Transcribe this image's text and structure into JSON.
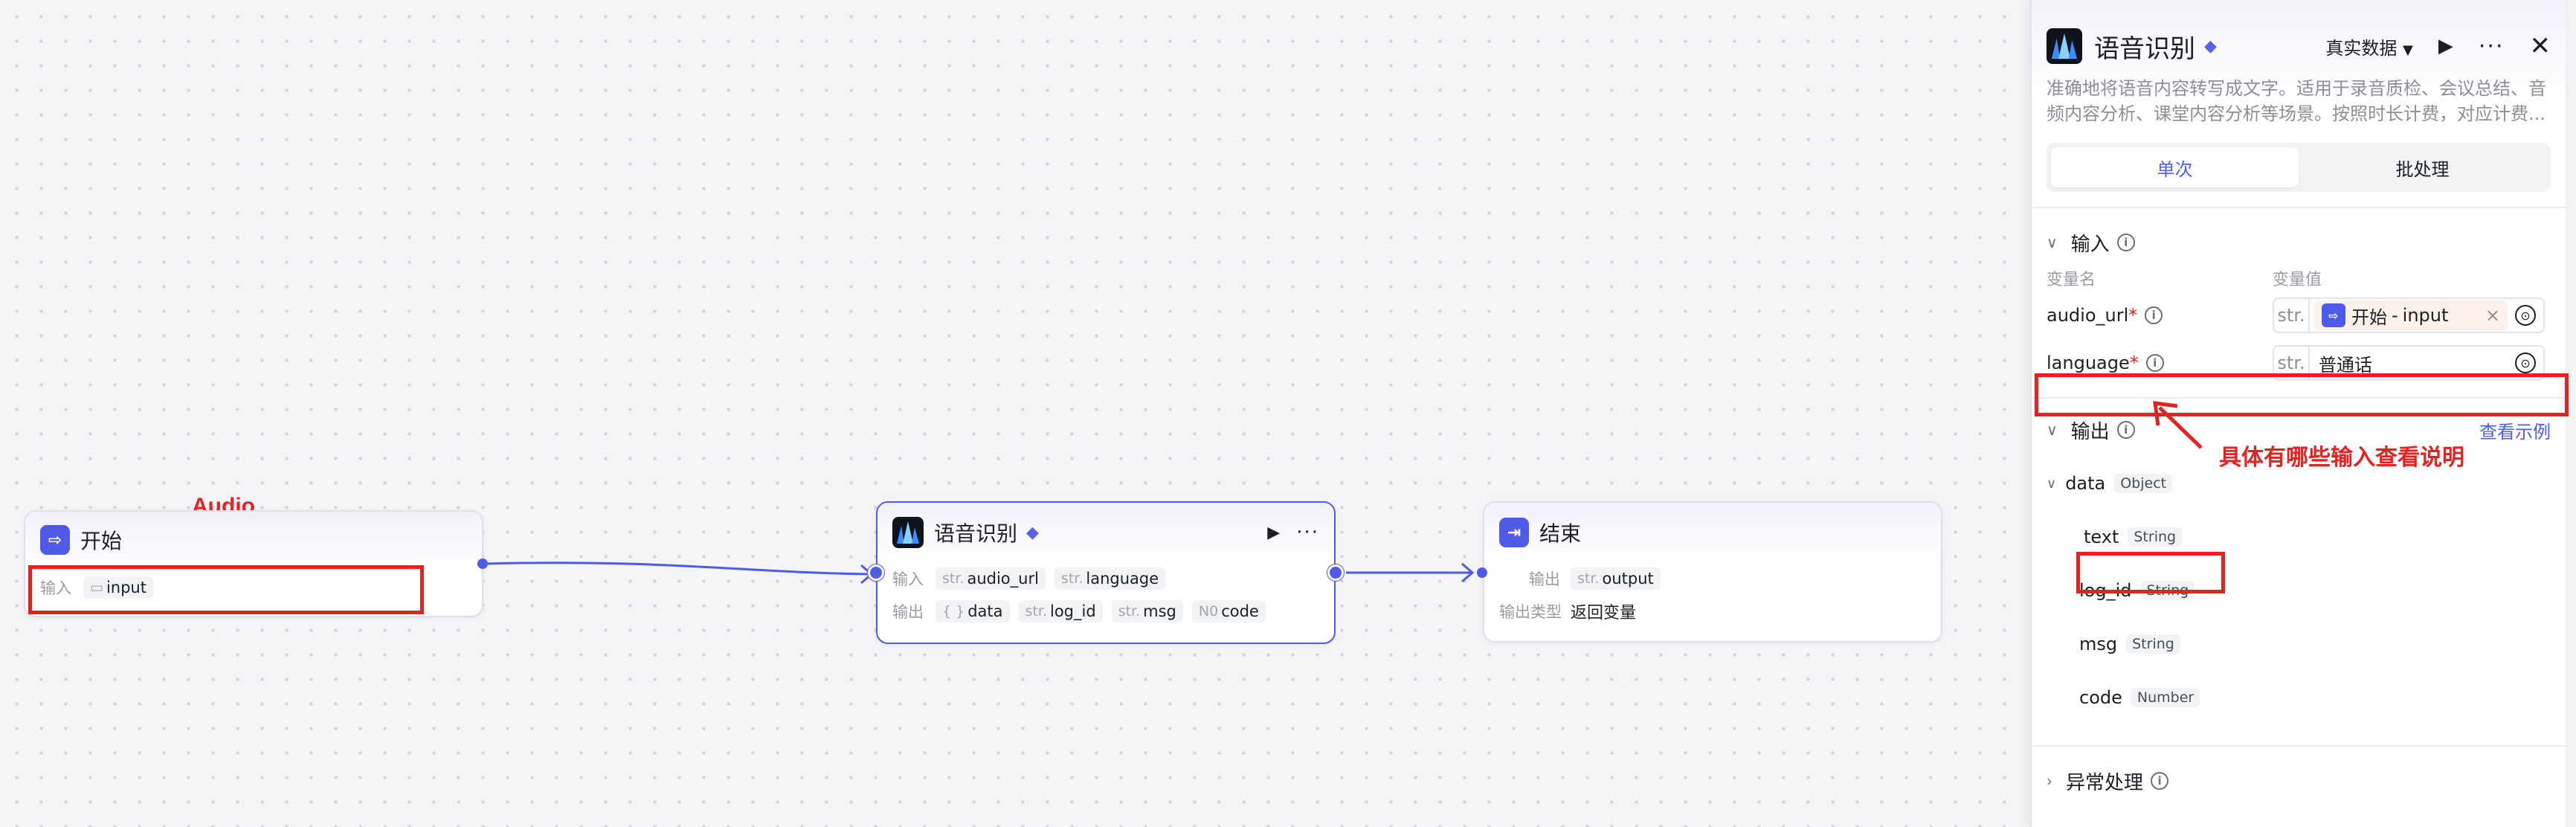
{
  "canvas": {
    "annotation_audio": "Audio",
    "start_node": {
      "title": "开始",
      "input_label": "输入",
      "input_var": "input"
    },
    "asr_node": {
      "title": "语音识别",
      "input_label": "输入",
      "inputs": [
        {
          "type": "str.",
          "name": "audio_url"
        },
        {
          "type": "str.",
          "name": "language"
        }
      ],
      "output_label": "输出",
      "outputs": [
        {
          "type": "{ }",
          "name": "data"
        },
        {
          "type": "str.",
          "name": "log_id"
        },
        {
          "type": "str.",
          "name": "msg"
        },
        {
          "type": "N0",
          "name": "code"
        }
      ]
    },
    "end_node": {
      "title": "结束",
      "output_label": "输出",
      "output_type_str": "str.",
      "output_var": "output",
      "output_type_label": "输出类型",
      "output_type_value": "返回变量"
    }
  },
  "panel": {
    "title": "语音识别",
    "data_mode": "真实数据",
    "description": "准确地将语音内容转写成文字。适用于录音质检、会议总结、音频内容分析、课堂内容分析等场景。按照时长计费，对应计费...",
    "tabs": [
      "单次",
      "批处理"
    ],
    "input_section": {
      "title": "输入",
      "col_name": "变量名",
      "col_value": "变量值",
      "rows": [
        {
          "name": "audio_url",
          "type": "str.",
          "ref_node": "开始",
          "ref_var": "input"
        },
        {
          "name": "language",
          "type": "str.",
          "value": "普通话"
        }
      ]
    },
    "annotation_note": "具体有哪些输入查看说明",
    "output_section": {
      "title": "输出",
      "example_link": "查看示例",
      "items": [
        {
          "name": "data",
          "type": "Object"
        },
        {
          "name": "text",
          "type": "String"
        },
        {
          "name": "log_id",
          "type": "String"
        },
        {
          "name": "msg",
          "type": "String"
        },
        {
          "name": "code",
          "type": "Number"
        }
      ]
    },
    "exception_section": {
      "title": "异常处理"
    }
  }
}
